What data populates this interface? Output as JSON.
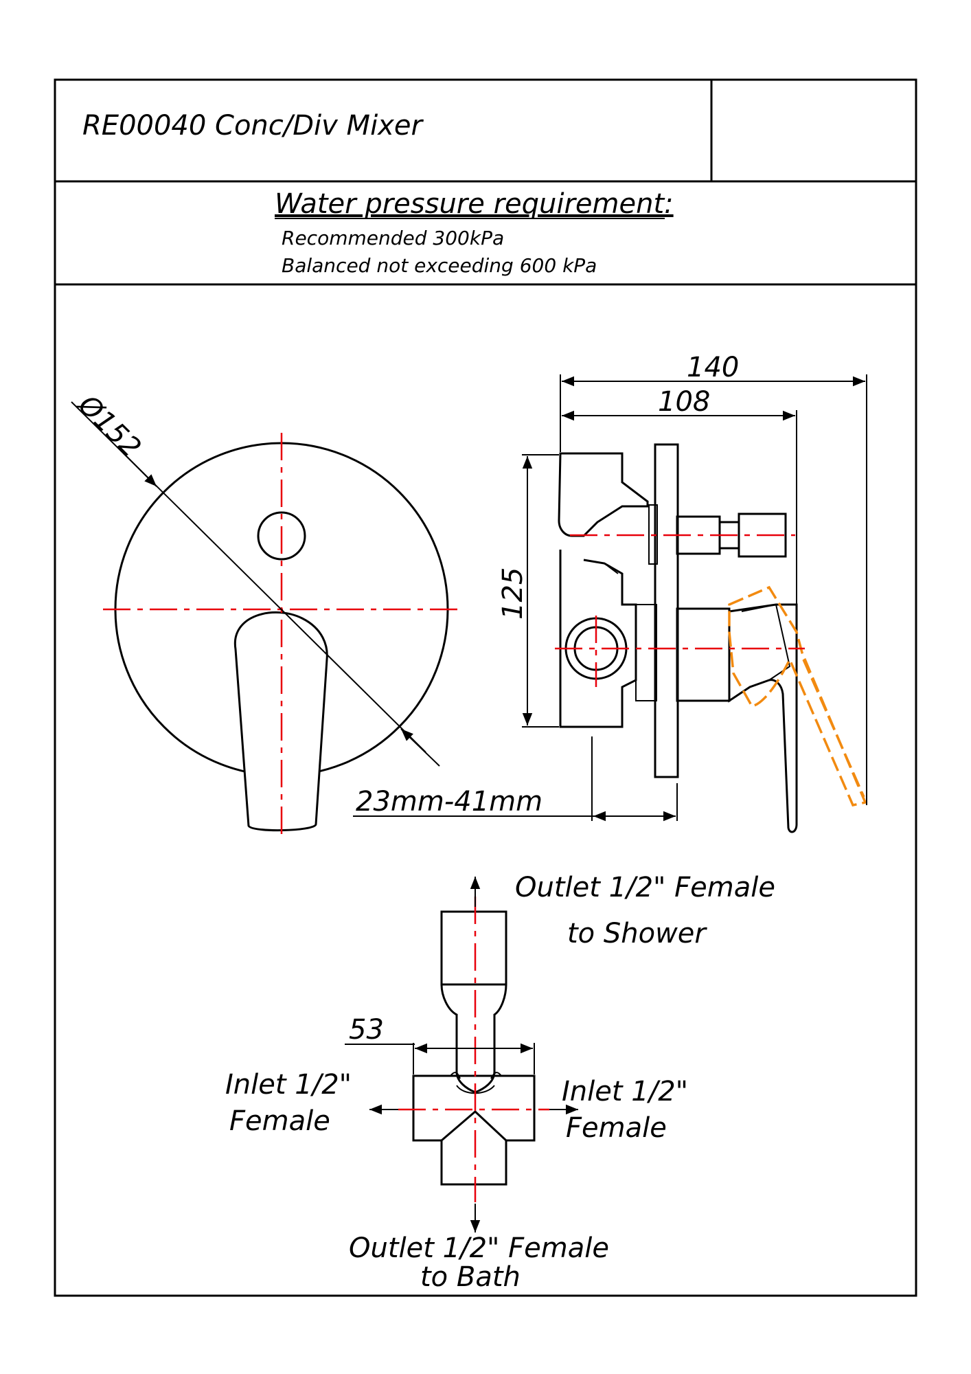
{
  "title_block": {
    "title": "RE00040 Conc/Div Mixer",
    "heading": "Water pressure requirement:",
    "line1": "Recommended 300kPa",
    "line2": "Balanced not exceeding 600 kPa"
  },
  "front_view": {
    "diameter_label": "Ø152"
  },
  "side_view": {
    "dim_overall": "140",
    "dim_depth": "108",
    "dim_height": "125",
    "dim_wall": "23mm-41mm"
  },
  "top_view": {
    "dim_width": "53",
    "outlet_shower_line1": "Outlet 1/2\" Female",
    "outlet_shower_line2": "to Shower",
    "inlet_left_line1": "Inlet 1/2\"",
    "inlet_left_line2": "Female",
    "inlet_right_line1": "Inlet 1/2\"",
    "inlet_right_line2": "Female",
    "outlet_bath_line1": "Outlet 1/2\" Female",
    "outlet_bath_line2": "to Bath"
  },
  "colors": {
    "centerline": "#e8000b",
    "handle_travel": "#f28a10",
    "outline": "#000000"
  }
}
